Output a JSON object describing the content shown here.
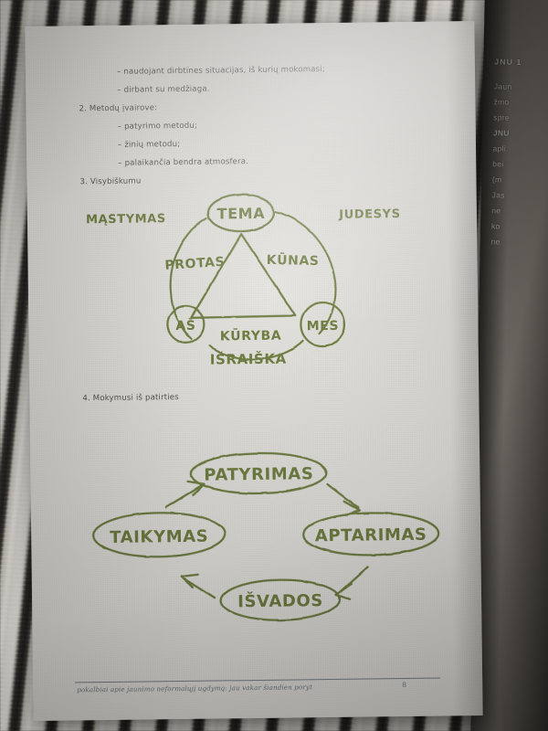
{
  "photo": {
    "subject": "photograph of an open Lithuanian book page with hand-drawn green diagrams",
    "background": "striped black and white fabric",
    "ink_color": "#6b7a3a",
    "paper_color": "#e6e4de"
  },
  "page": {
    "printed_lines": [
      {
        "level": 2,
        "text": "– naudojant dirbtines situacijas, iš kurių mokomasi;"
      },
      {
        "level": 2,
        "text": "– dirbant su medžiaga."
      },
      {
        "level": 1,
        "text": "2. Metodų įvairove:"
      },
      {
        "level": 2,
        "text": "– patyrimo metodu;"
      },
      {
        "level": 2,
        "text": "– žinių metodu;"
      },
      {
        "level": 2,
        "text": "– palaikančia bendra atmosfera."
      },
      {
        "level": 1,
        "text": "3. Visybiškumu"
      }
    ],
    "section_heading_4": "4. Mokymusi iš patirties",
    "footer": {
      "text": "pokalbiai apie jaunimo neformalųjį ugdymą: jau vakar šiandien poryt",
      "page_number": "8"
    }
  },
  "diagram_wholeness": {
    "title": "3. Visybiškumu",
    "center_node": "TEMA",
    "triangle_vertices": [
      "TEMA",
      "AŠ",
      "MES"
    ],
    "inner_labels": [
      "PROTAS",
      "KŪNAS",
      "KŪRYBA"
    ],
    "circled_nodes": [
      "TEMA",
      "AŠ",
      "MES"
    ],
    "outer_labels": [
      "MĄSTYMAS",
      "JUDESYS",
      "IŠRAIŠKA"
    ],
    "outer_left": "MĄSTYMAS",
    "outer_right": "JUDESYS",
    "outer_bottom": "IŠRAIŠKA",
    "inner_left": "PROTAS",
    "inner_right": "KŪNAS",
    "inner_bottom": "KŪRYBA",
    "node_top": "TEMA",
    "node_bottom_left": "AŠ",
    "node_bottom_right": "MES"
  },
  "diagram_experiential_cycle": {
    "title": "4. Mokymusi iš patirties",
    "nodes": [
      {
        "id": "patyrimas",
        "label": "PATYRIMAS",
        "position": "top"
      },
      {
        "id": "aptarimas",
        "label": "APTARIMAS",
        "position": "right"
      },
      {
        "id": "isvados",
        "label": "IŠVADOS",
        "position": "bottom"
      },
      {
        "id": "taikymas",
        "label": "TAIKYMAS",
        "position": "left"
      }
    ],
    "arrows": [
      {
        "from": "PATYRIMAS",
        "to": "APTARIMAS"
      },
      {
        "from": "APTARIMAS",
        "to": "IŠVADOS"
      },
      {
        "from": "IŠVADOS",
        "to": "TAIKYMAS"
      },
      {
        "from": "TAIKYMAS",
        "to": "PATYRIMAS"
      }
    ]
  },
  "right_page": {
    "header": "JNU 1",
    "lines": [
      "Jaun",
      "žmo",
      "spre",
      "JNU",
      "apli",
      "bei",
      "(m",
      "Jas",
      "ne",
      "ko",
      "ne"
    ]
  }
}
